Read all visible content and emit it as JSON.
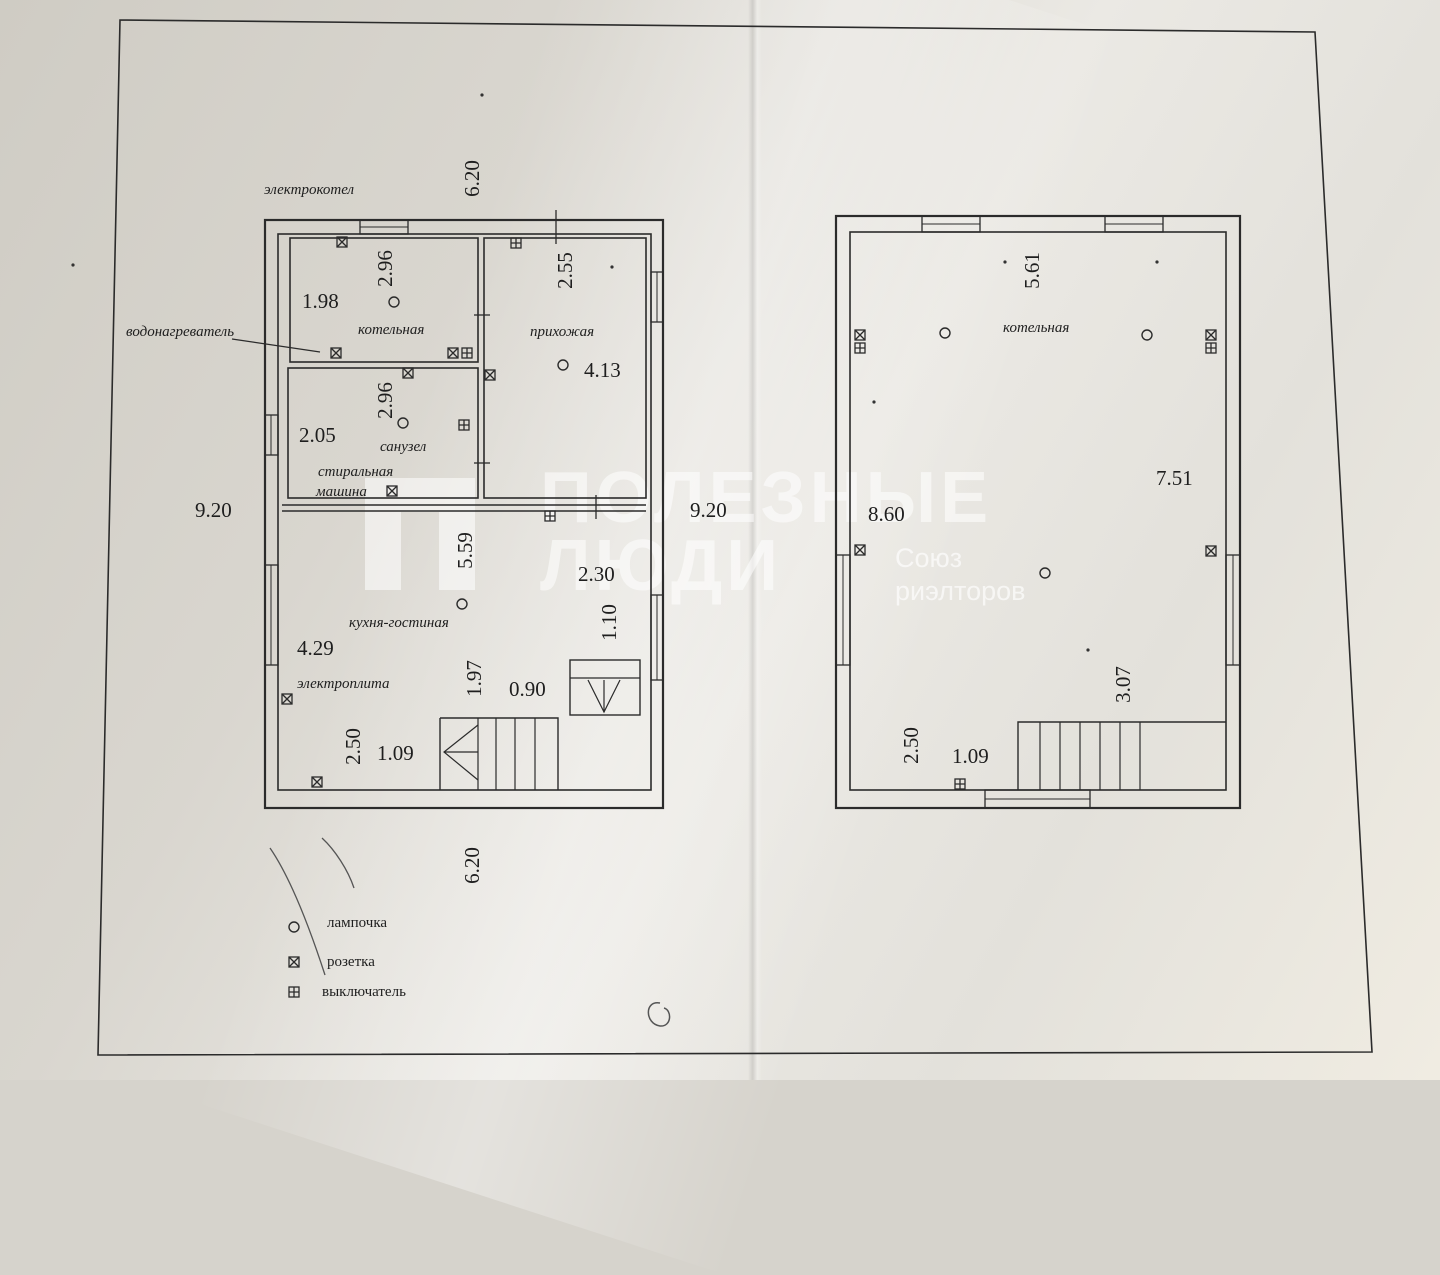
{
  "watermark": {
    "line1": "ПОЛЕЗНЫЕ",
    "line2": "ЛЮДИ",
    "sub1": "Союз",
    "sub2": "риэлторов"
  },
  "dimensions": {
    "top_width": "6.20",
    "bottom_width": "6.20",
    "left_height": "9.20",
    "middle_height": "9.20",
    "boiler_w": "2.96",
    "boiler_h": "1.98",
    "hall_w": "2.55",
    "hall_h": "4.13",
    "bath_w": "2.96",
    "bath_h": "2.05",
    "kitchen_w": "5.59",
    "kitchen_h": "4.29",
    "kitchen_a": "2.30",
    "kitchen_b": "1.10",
    "kitchen_c": "1.97",
    "kitchen_d": "0.90",
    "kitchen_e": "2.50",
    "kitchen_f": "1.09",
    "f2_w": "5.61",
    "f2_left": "8.60",
    "f2_right": "7.51",
    "f2_c": "3.07",
    "f2_e": "2.50",
    "f2_f": "1.09"
  },
  "rooms": {
    "boiler": "котельная",
    "hall": "прихожая",
    "bathroom": "санузел",
    "kitchen": "кухня-гостиная",
    "floor2": "котельная"
  },
  "equipment": {
    "electric_boiler": "электрокотел",
    "water_heater": "водонагреватель",
    "washer_1": "стиральная",
    "washer_2": "машина",
    "stove": "электроплита"
  },
  "legend": {
    "lamp": "лампочка",
    "socket": "розетка",
    "switch": "выключатель"
  }
}
